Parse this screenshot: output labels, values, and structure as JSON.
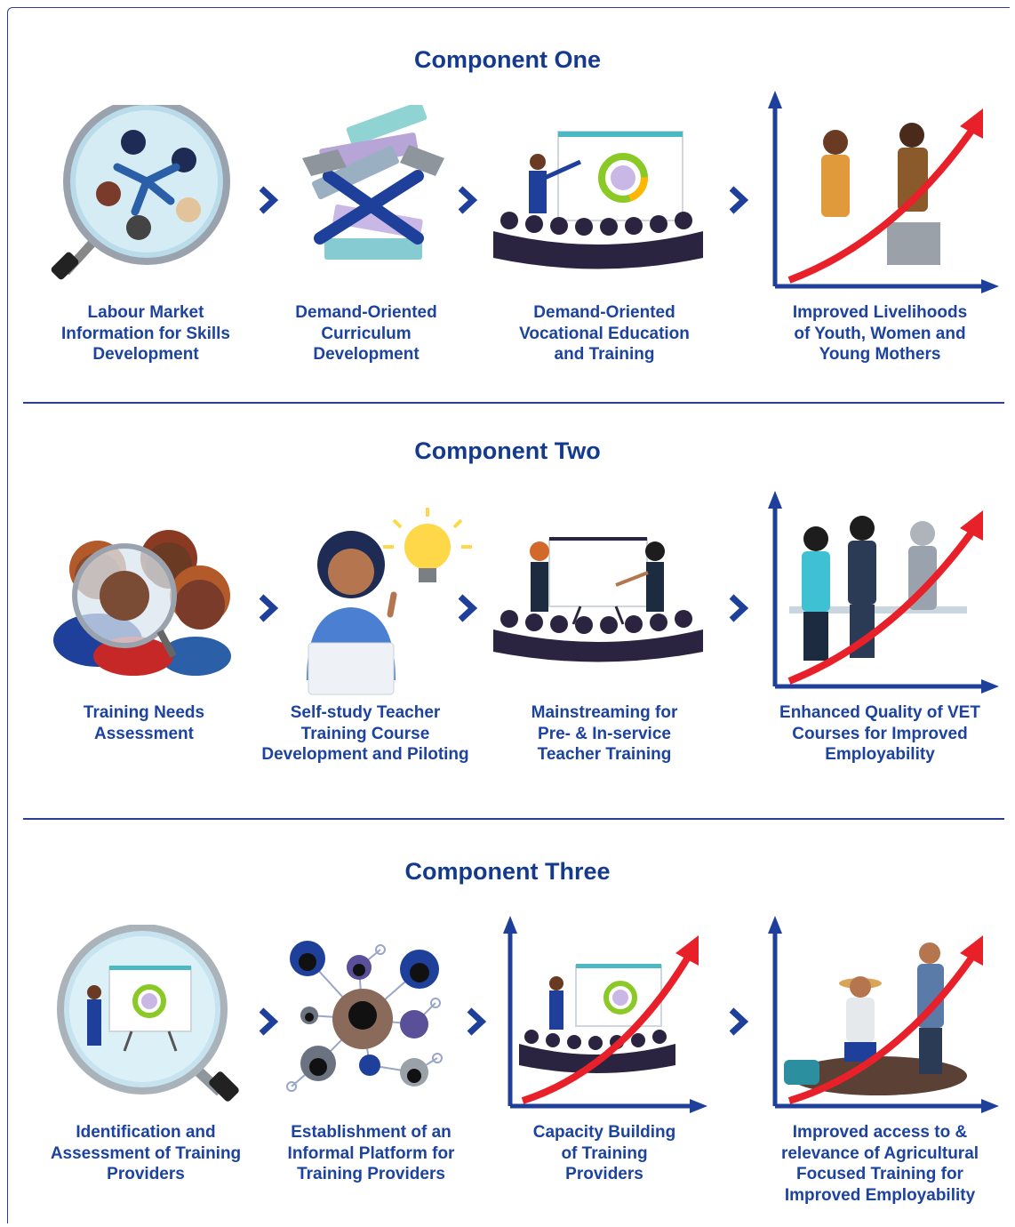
{
  "colors": {
    "primary": "#143a8e",
    "text": "#1d43a0",
    "arrow": "#e8202a",
    "audience": "#2b2440"
  },
  "components": [
    {
      "title": "Component One",
      "steps": [
        {
          "icon": "magnifier-people-icon",
          "caption": [
            "Labour Market",
            "Information for Skills",
            "Development"
          ]
        },
        {
          "icon": "books-tools-icon",
          "caption": [
            "Demand-Oriented",
            "Curriculum",
            "Development"
          ]
        },
        {
          "icon": "presenter-audience-icon",
          "caption": [
            "Demand-Oriented",
            "Vocational Education",
            "and Training"
          ]
        },
        {
          "icon": "growth-chart-workers-icon",
          "caption": [
            "Improved Livelihoods",
            "of Youth, Women and",
            "Young Mothers"
          ]
        }
      ]
    },
    {
      "title": "Component Two",
      "steps": [
        {
          "icon": "magnifier-group-icon",
          "caption": [
            "Training Needs",
            "Assessment"
          ]
        },
        {
          "icon": "self-study-lightbulb-icon",
          "caption": [
            "Self-study Teacher",
            "Training Course",
            "Development and Piloting"
          ]
        },
        {
          "icon": "two-presenters-audience-icon",
          "caption": [
            "Mainstreaming for",
            "Pre- & In-service",
            "Teacher Training"
          ]
        },
        {
          "icon": "growth-chart-trainees-icon",
          "caption": [
            "Enhanced Quality of VET",
            "Courses for Improved",
            "Employability"
          ]
        }
      ]
    },
    {
      "title": "Component Three",
      "steps": [
        {
          "icon": "magnifier-presenter-icon",
          "caption": [
            "Identification and",
            "Assessment of Training",
            "Providers"
          ]
        },
        {
          "icon": "network-platform-icon",
          "caption": [
            "Establishment of an",
            "Informal Platform for",
            "Training Providers"
          ]
        },
        {
          "icon": "growth-chart-presenter-icon",
          "caption": [
            "Capacity Building",
            "of Training",
            "Providers"
          ]
        },
        {
          "icon": "growth-chart-farmers-icon",
          "caption": [
            "Improved  access to &",
            "relevance of Agricultural",
            "Focused Training for",
            "Improved Employability"
          ]
        }
      ]
    }
  ]
}
